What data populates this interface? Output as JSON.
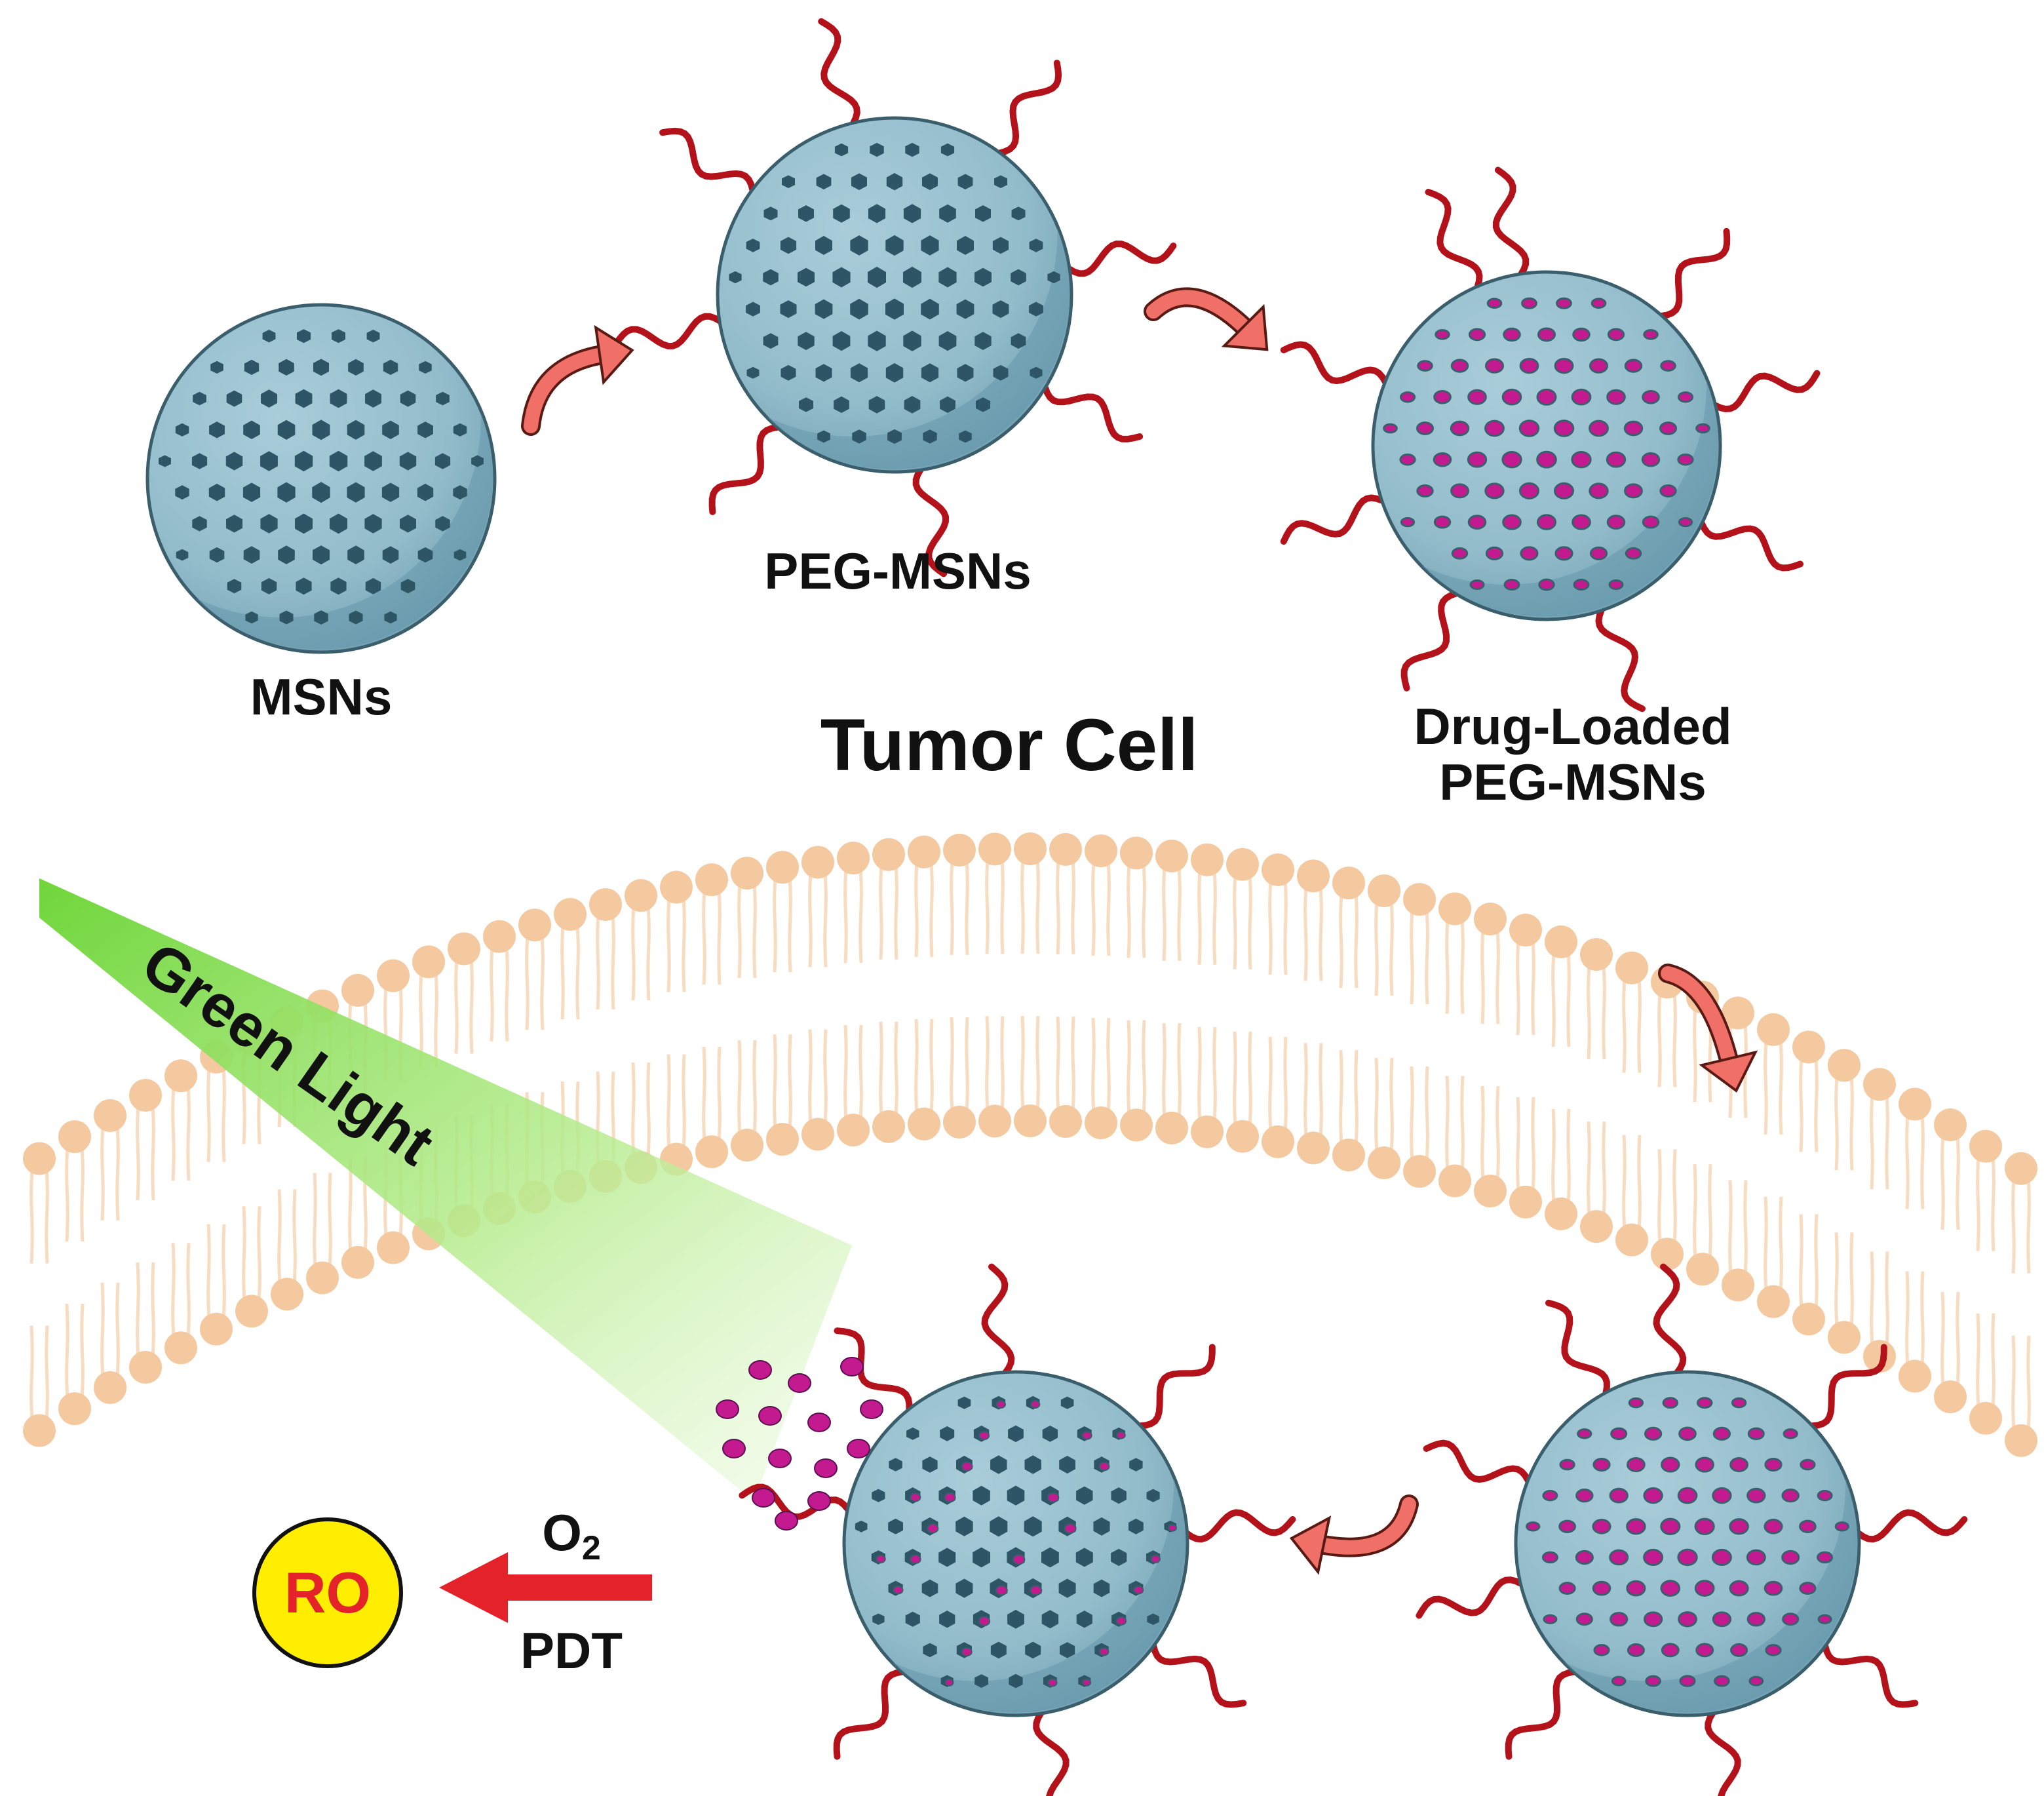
{
  "labels": {
    "msns": "MSNs",
    "peg_msns": "PEG-MSNs",
    "drug_loaded_line1": "Drug-Loaded",
    "drug_loaded_line2": "PEG-MSNs",
    "tumor_cell": "Tumor Cell",
    "green_light": "Green Light",
    "o2_main": "O",
    "o2_sub": "2",
    "pdt": "PDT",
    "ro": "RO"
  },
  "colors": {
    "sphere_fill": "#93bccb",
    "sphere_shade": "#5f93a6",
    "sphere_outline": "#3b5e6c",
    "pore": "#2d5566",
    "drug": "#c41a90",
    "peg_chain": "#b3121a",
    "arrow": "#f07068",
    "arrow_outline": "#5a1a14",
    "membrane_head": "#f5c9a0",
    "membrane_tail": "#f8dcc2",
    "green_light": "#7ddc4a",
    "pdt_arrow": "#e4222a",
    "ro_fill": "#ffee00",
    "ro_text": "#e4222a"
  },
  "icons": {
    "process_arrow": "curved-arrow-icon",
    "pdt_arrow": "left-arrow-icon"
  }
}
